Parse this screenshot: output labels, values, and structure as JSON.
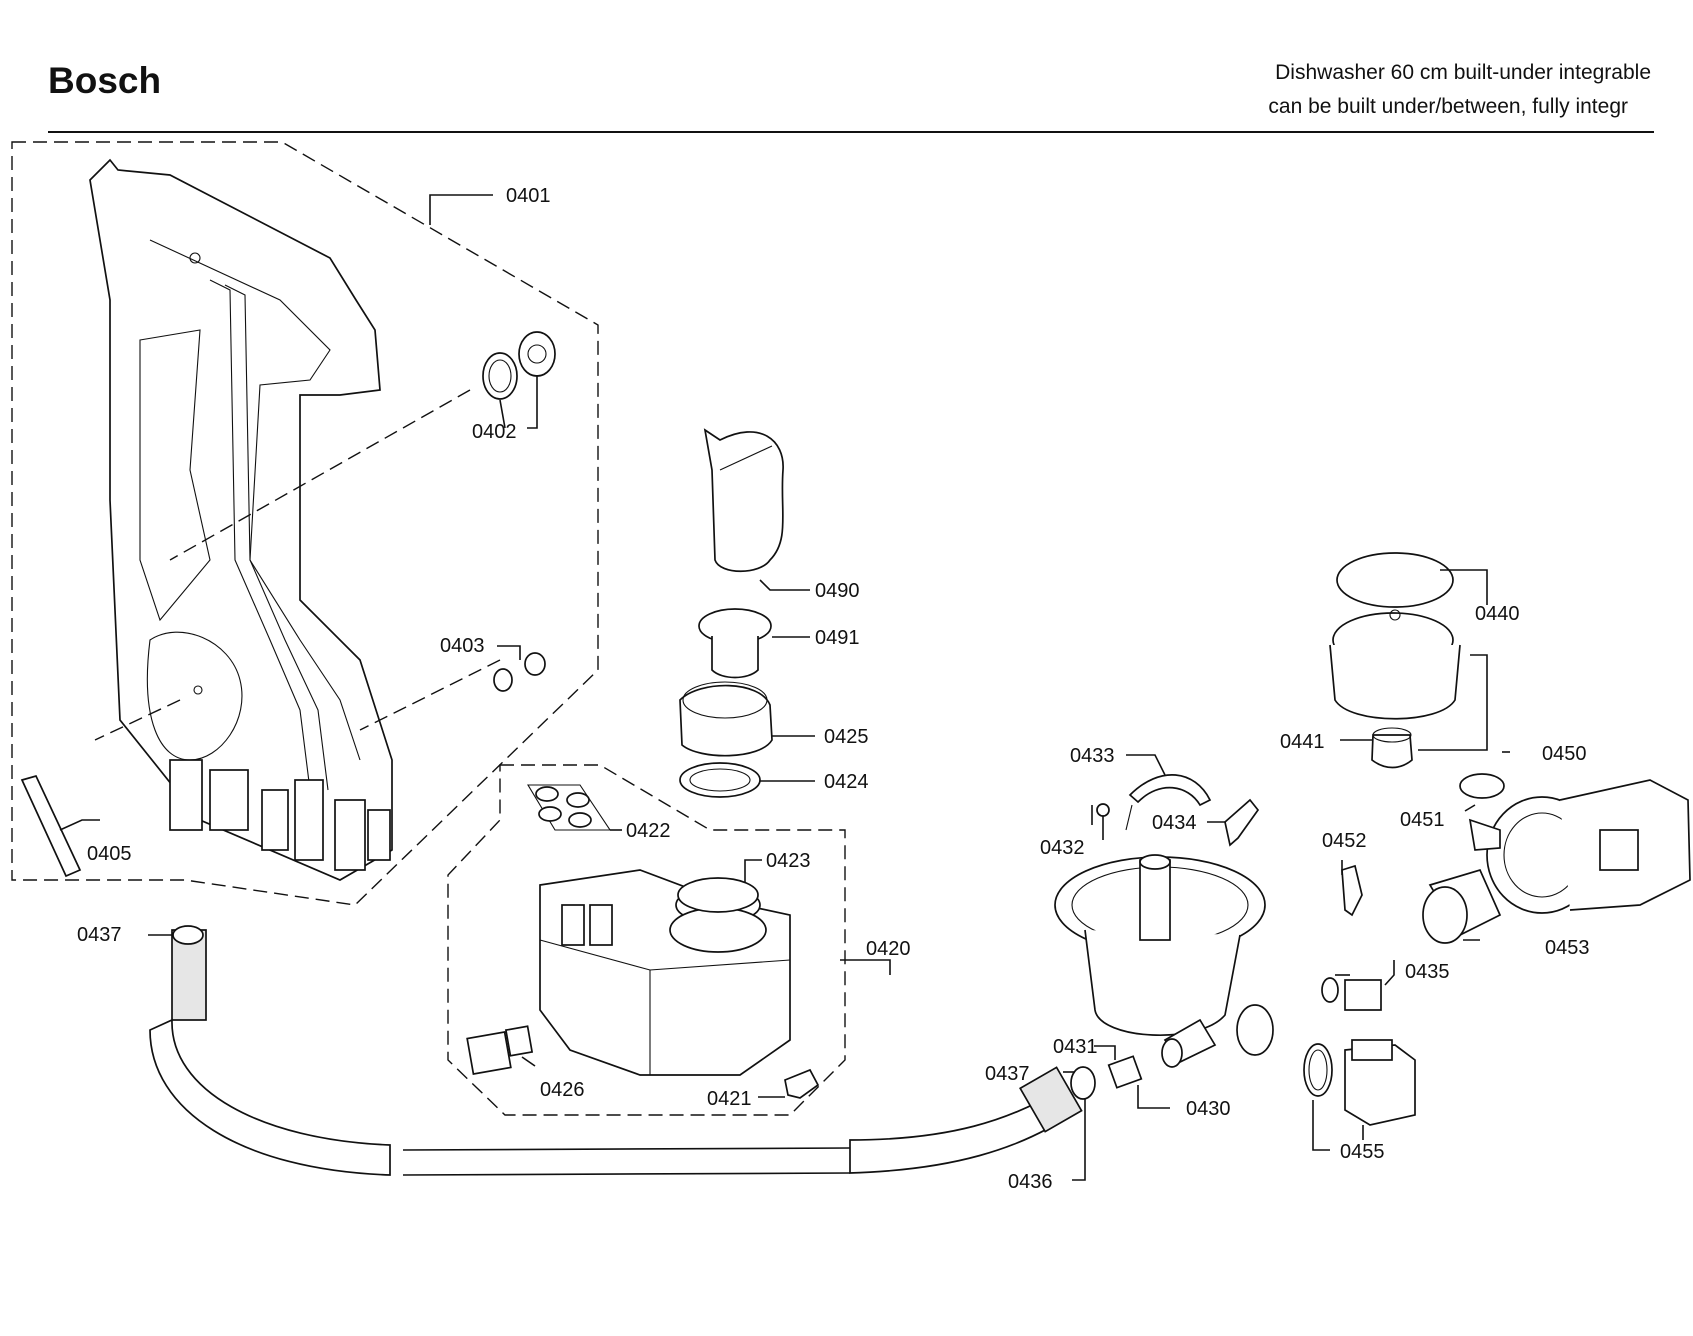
{
  "header": {
    "brand": "Bosch",
    "title_line1": "Dishwasher 60 cm built-under integrable",
    "title_line2": "can be built under/between, fully integr"
  },
  "parts": [
    {
      "id": "p0401",
      "label": "0401"
    },
    {
      "id": "p0402",
      "label": "0402"
    },
    {
      "id": "p0403",
      "label": "0403"
    },
    {
      "id": "p0405",
      "label": "0405"
    },
    {
      "id": "p0437a",
      "label": "0437"
    },
    {
      "id": "p0490",
      "label": "0490"
    },
    {
      "id": "p0491",
      "label": "0491"
    },
    {
      "id": "p0425",
      "label": "0425"
    },
    {
      "id": "p0424",
      "label": "0424"
    },
    {
      "id": "p0422",
      "label": "0422"
    },
    {
      "id": "p0423",
      "label": "0423"
    },
    {
      "id": "p0420",
      "label": "0420"
    },
    {
      "id": "p0426",
      "label": "0426"
    },
    {
      "id": "p0421",
      "label": "0421"
    },
    {
      "id": "p0433",
      "label": "0433"
    },
    {
      "id": "p0434",
      "label": "0434"
    },
    {
      "id": "p0432",
      "label": "0432"
    },
    {
      "id": "p0431",
      "label": "0431"
    },
    {
      "id": "p0437b",
      "label": "0437"
    },
    {
      "id": "p0430",
      "label": "0430"
    },
    {
      "id": "p0436",
      "label": "0436"
    },
    {
      "id": "p0440",
      "label": "0440"
    },
    {
      "id": "p0441",
      "label": "0441"
    },
    {
      "id": "p0450",
      "label": "0450"
    },
    {
      "id": "p0451",
      "label": "0451"
    },
    {
      "id": "p0452",
      "label": "0452"
    },
    {
      "id": "p0453",
      "label": "0453"
    },
    {
      "id": "p0435",
      "label": "0435"
    },
    {
      "id": "p0455",
      "label": "0455"
    }
  ]
}
